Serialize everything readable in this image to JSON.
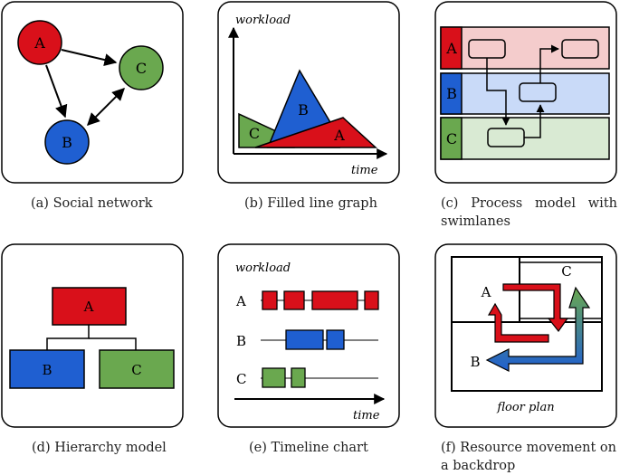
{
  "panels": {
    "a": {
      "caption": "(a) Social network",
      "nodes": [
        "A",
        "B",
        "C"
      ]
    },
    "b": {
      "caption": "(b) Filled line graph",
      "ylabel": "workload",
      "xlabel": "time",
      "areas": [
        "A",
        "B",
        "C"
      ]
    },
    "c": {
      "caption": "(c)  Process  model  with swimlanes",
      "lanes": [
        "A",
        "B",
        "C"
      ]
    },
    "d": {
      "caption": "(d) Hierarchy model",
      "nodes": [
        "A",
        "B",
        "C"
      ]
    },
    "e": {
      "caption": "(e) Timeline chart",
      "ylabel": "workload",
      "xlabel": "time",
      "rows": [
        "A",
        "B",
        "C"
      ]
    },
    "f": {
      "caption": "(f) Resource movement on a backdrop",
      "label_a": "A",
      "label_b": "B",
      "label_c": "C",
      "floor_label": "floor plan"
    }
  },
  "colors": {
    "red": "#d9101a",
    "blue": "#1f5fd1",
    "green": "#6aa84f",
    "lane_red": "#f4cccc",
    "lane_blue": "#c9daf8",
    "lane_green": "#d9ead3"
  }
}
